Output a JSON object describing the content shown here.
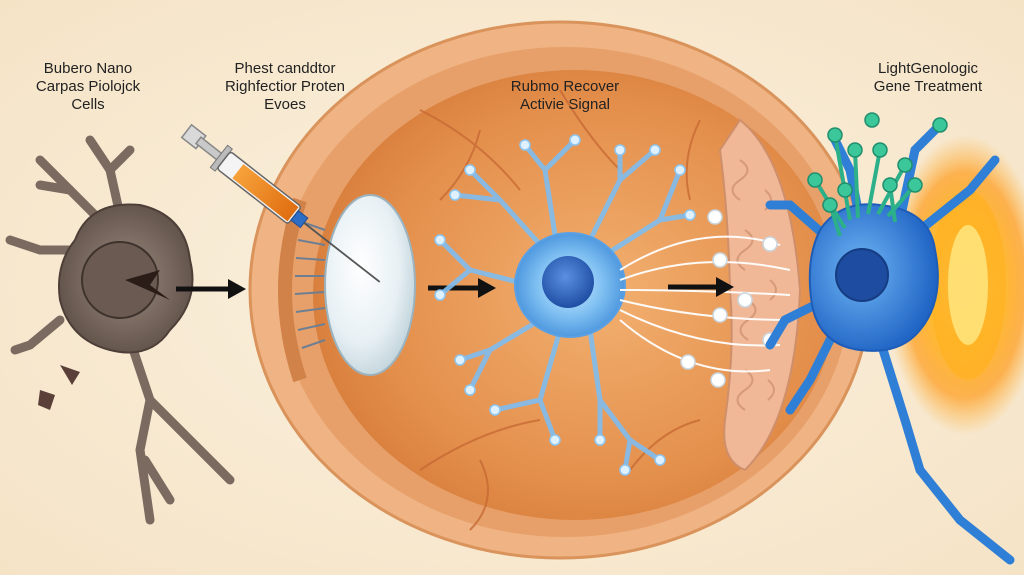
{
  "labels": {
    "damaged_cells": "Bubero Nano\nCarpas Piolojck\nCells",
    "injection": "Phest canddtor\nRighfectior Proten\nEvoes",
    "signal": "Rubmo Recover\nActivie Signal",
    "gene_treatment": "LightGenologic\nGene Treatment"
  },
  "colors": {
    "background": "#f7ead3",
    "eye_wall": "#e9a062",
    "eye_interior": "#e69350",
    "damaged_cell": "#7a6a60",
    "healthy_cell": "#5ba9e6",
    "treated_cell": "#2f7fd6",
    "gene_bulbs": "#3cc79a",
    "light_glow": "#ffb020",
    "arrow": "#111111",
    "syringe_fluid": "#f08a1c"
  },
  "icons": {
    "syringe": "syringe-icon",
    "arrow": "right-arrow-icon"
  }
}
